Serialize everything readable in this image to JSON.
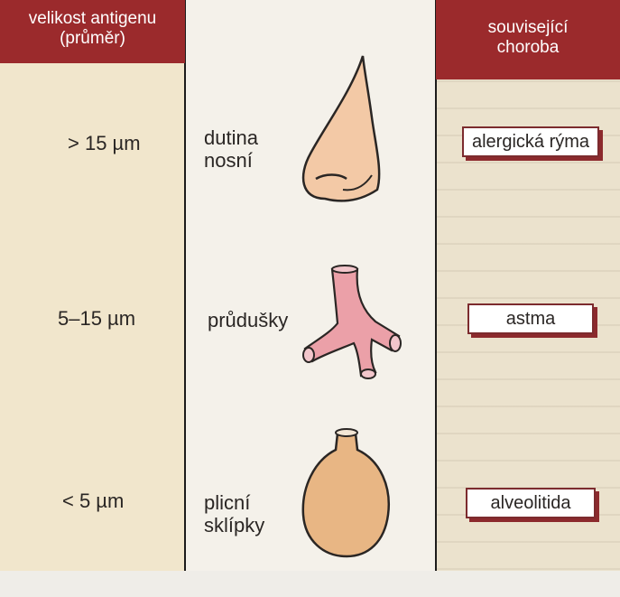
{
  "header": {
    "left_title_line1": "velikost antigenu",
    "left_title_line2": "(průměr)",
    "right_title_line1": "související",
    "right_title_line2": "choroba"
  },
  "rows": [
    {
      "size": "> 15 µm",
      "organ_line1": "dutina",
      "organ_line2": "nosní",
      "organ_icon": "nose-icon",
      "disease": "alergická rýma"
    },
    {
      "size": "5–15 µm",
      "organ_line1": "průdušky",
      "organ_line2": "",
      "organ_icon": "bronchi-icon",
      "disease": "astma"
    },
    {
      "size": "< 5 µm",
      "organ_line1": "plicní",
      "organ_line2": "sklípky",
      "organ_icon": "alveolus-icon",
      "disease": "alveolitida"
    }
  ],
  "colors": {
    "header": "#9b2a2c",
    "skin": "#f3c9a6",
    "bronchi": "#eba0a8",
    "alveolus": "#e8b684"
  }
}
